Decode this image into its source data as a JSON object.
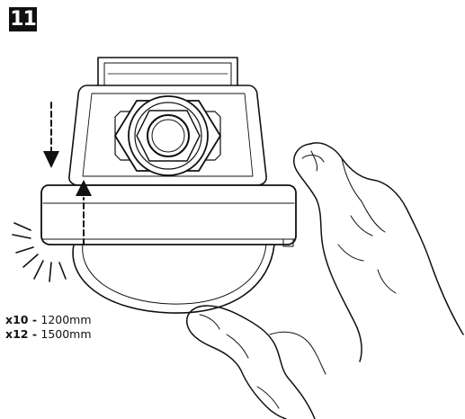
{
  "step": {
    "number": "11"
  },
  "specs": [
    {
      "qty": "x10",
      "separator": " - ",
      "length": "1200mm"
    },
    {
      "qty": "x12",
      "separator": " - ",
      "length": "1500mm"
    }
  ],
  "colors": {
    "ink": "#111111",
    "background": "#ffffff"
  },
  "icons": {
    "arrow_down": "push-down-arrow-icon",
    "arrow_up": "push-up-arrow-icon",
    "click": "click-sound-lines-icon"
  }
}
